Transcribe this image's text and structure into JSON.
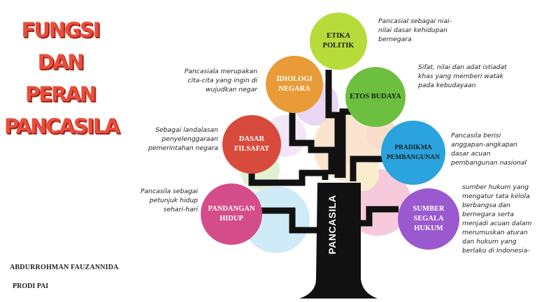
{
  "title_lines": [
    "FUNGSI",
    "DAN",
    "PERAN",
    "PANCASILA"
  ],
  "author": "ABDURROHMAN FAUZANNIDA",
  "prodi": "PRODI PAI",
  "trunk": "PANCASILA",
  "colors": {
    "title": "#e94e3c",
    "etika": "#b7db3a",
    "ideologi": "#e99b37",
    "etos": "#6cbf3f",
    "dasar": "#d84a3b",
    "pradikma": "#2aa3df",
    "pandangan": "#d44d8a",
    "sumber": "#9b59d0",
    "trunk": "#111111"
  },
  "nodes": {
    "etika": {
      "label": "ETIKA POLITIK",
      "desc": "Pancasial sebagai niai-nilai dasar kehidupan bernegara"
    },
    "ideologi": {
      "label": "IDIOLOGI NEGARA",
      "desc": "Pancasiala merupakan cita-cita yang ingin di wujudkan negar"
    },
    "etos": {
      "label": "ETOS BUDAYA",
      "desc": "Sifat, nilai dan adat istiadat khas yang memberi watak pada kebudayaan"
    },
    "dasar": {
      "label": "DASAR FILSAFAT",
      "desc": "Sebagai landalasan penyelenggaraan pemerintahan negara"
    },
    "pradikma": {
      "label": "PRADIKMA PEMBANGUNAN",
      "desc": "Pancasila berisi anggapan-angkapan dasar acuan pembangunan nasional"
    },
    "pandangan": {
      "label": "PANDANGAN HIDUP",
      "desc": "Pancasila sebagai petunjuk hidup sehari-hari"
    },
    "sumber": {
      "label": "SUMBER SEGALA HUKUM",
      "desc": "sumber hukum yang mengatur tata kelola berbangsa dan bernegara serta menjadi acuan dalam merumuskan aturan dan hukum yang berlaku di Indonesia-"
    }
  }
}
